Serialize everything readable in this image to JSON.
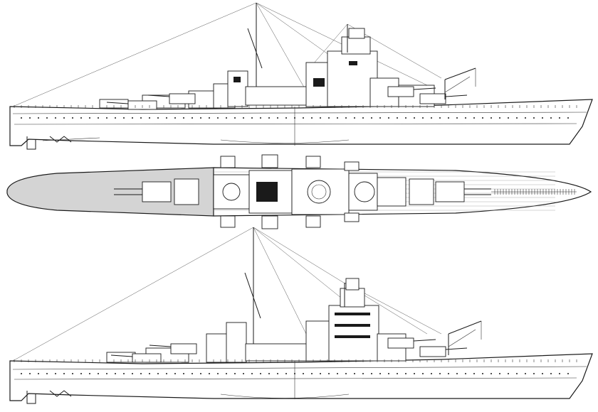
{
  "drawing": {
    "views": [
      {
        "id": "profile-starboard"
      },
      {
        "id": "deck-plan"
      },
      {
        "id": "profile-port"
      }
    ],
    "colors": {
      "ink": "#1a1a1a",
      "deck_grey": "#d4d4d4",
      "paper": "#ffffff"
    }
  }
}
